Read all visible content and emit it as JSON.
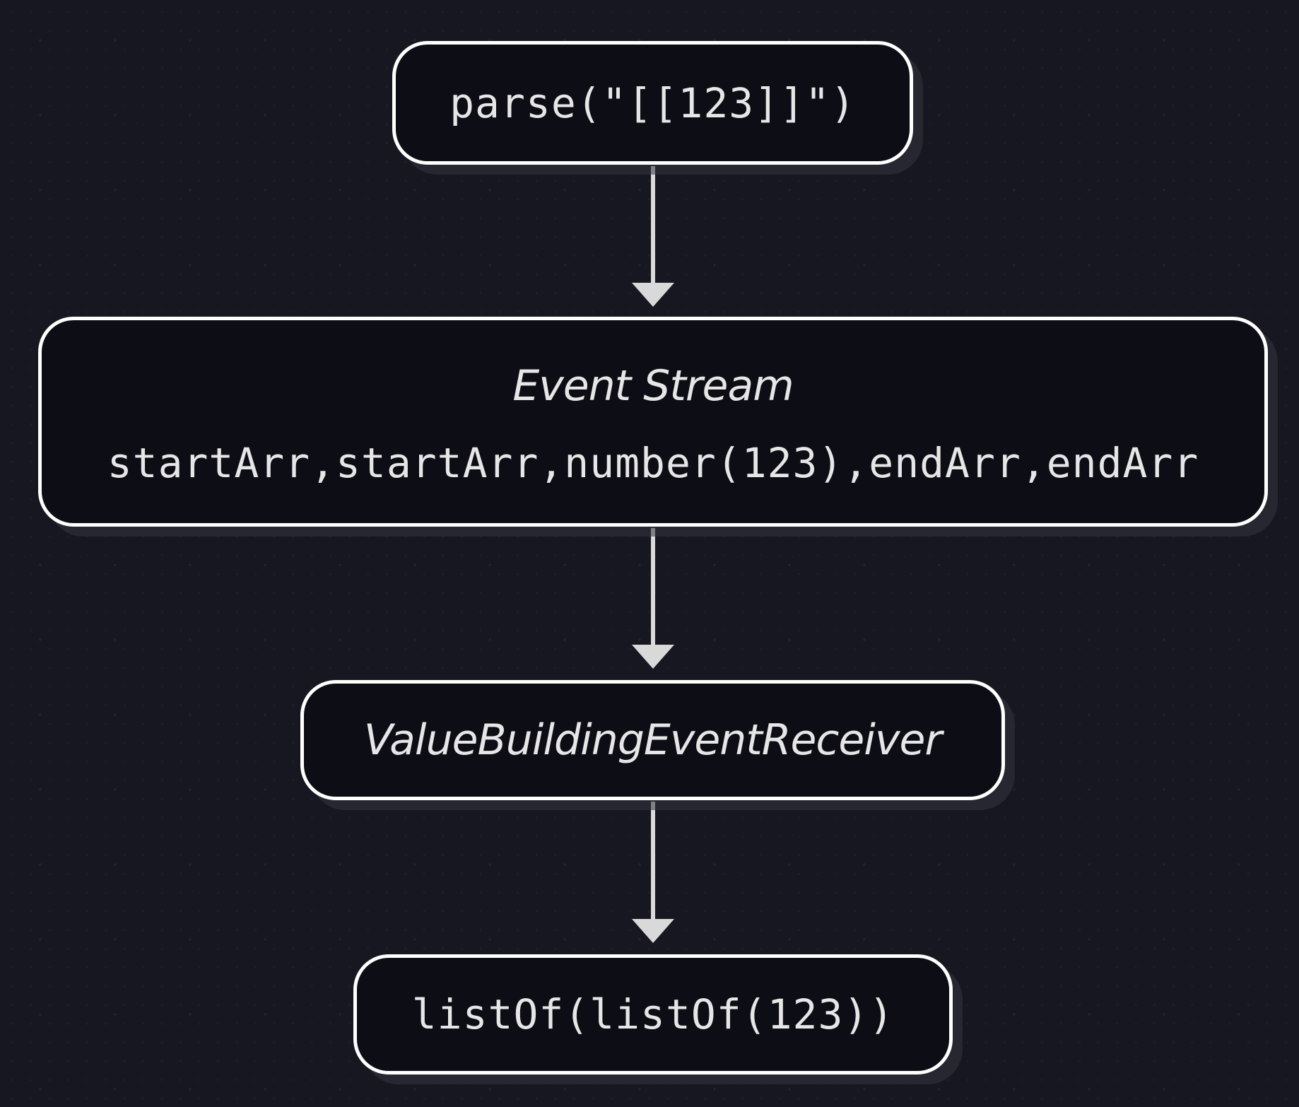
{
  "colors": {
    "background": "#171721",
    "node_fill": "#0d0e15",
    "node_border": "#ffffff",
    "text": "#e6e6e6",
    "arrow": "#d9d9d9"
  },
  "nodes": {
    "parse": {
      "label": "parse(\"[[123]]\")"
    },
    "stream": {
      "title": "Event Stream",
      "label": "startArr,startArr,number(123),endArr,endArr"
    },
    "receiver": {
      "label": "ValueBuildingEventReceiver"
    },
    "result": {
      "label": "listOf(listOf(123))"
    }
  },
  "edges": [
    {
      "from": "parse",
      "to": "stream"
    },
    {
      "from": "stream",
      "to": "receiver"
    },
    {
      "from": "receiver",
      "to": "result"
    }
  ]
}
